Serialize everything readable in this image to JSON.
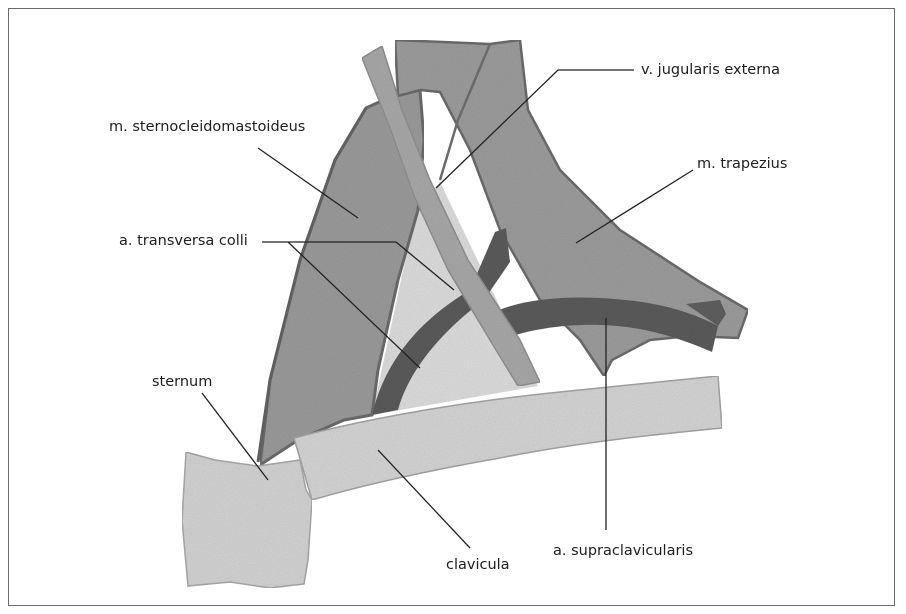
{
  "labels": {
    "sternocleidomastoideus": "m. sternocleidomastoideus",
    "jugularis_externa": "v. jugularis externa",
    "trapezius": "m. trapezius",
    "transversa_colli": "a. transversa colli",
    "sternum": "sternum",
    "clavicula": "clavicula",
    "supraclavicularis": "a. supraclavicularis"
  },
  "colors": {
    "muscle": "#9a9a9a",
    "muscle_edge": "#6b6b6b",
    "bone": "#d4d4d4",
    "artery": "#5b5b5b",
    "vein": "#a8a8a8",
    "triangle_fill": "#dcdcdc",
    "leader_line": "#222222"
  }
}
